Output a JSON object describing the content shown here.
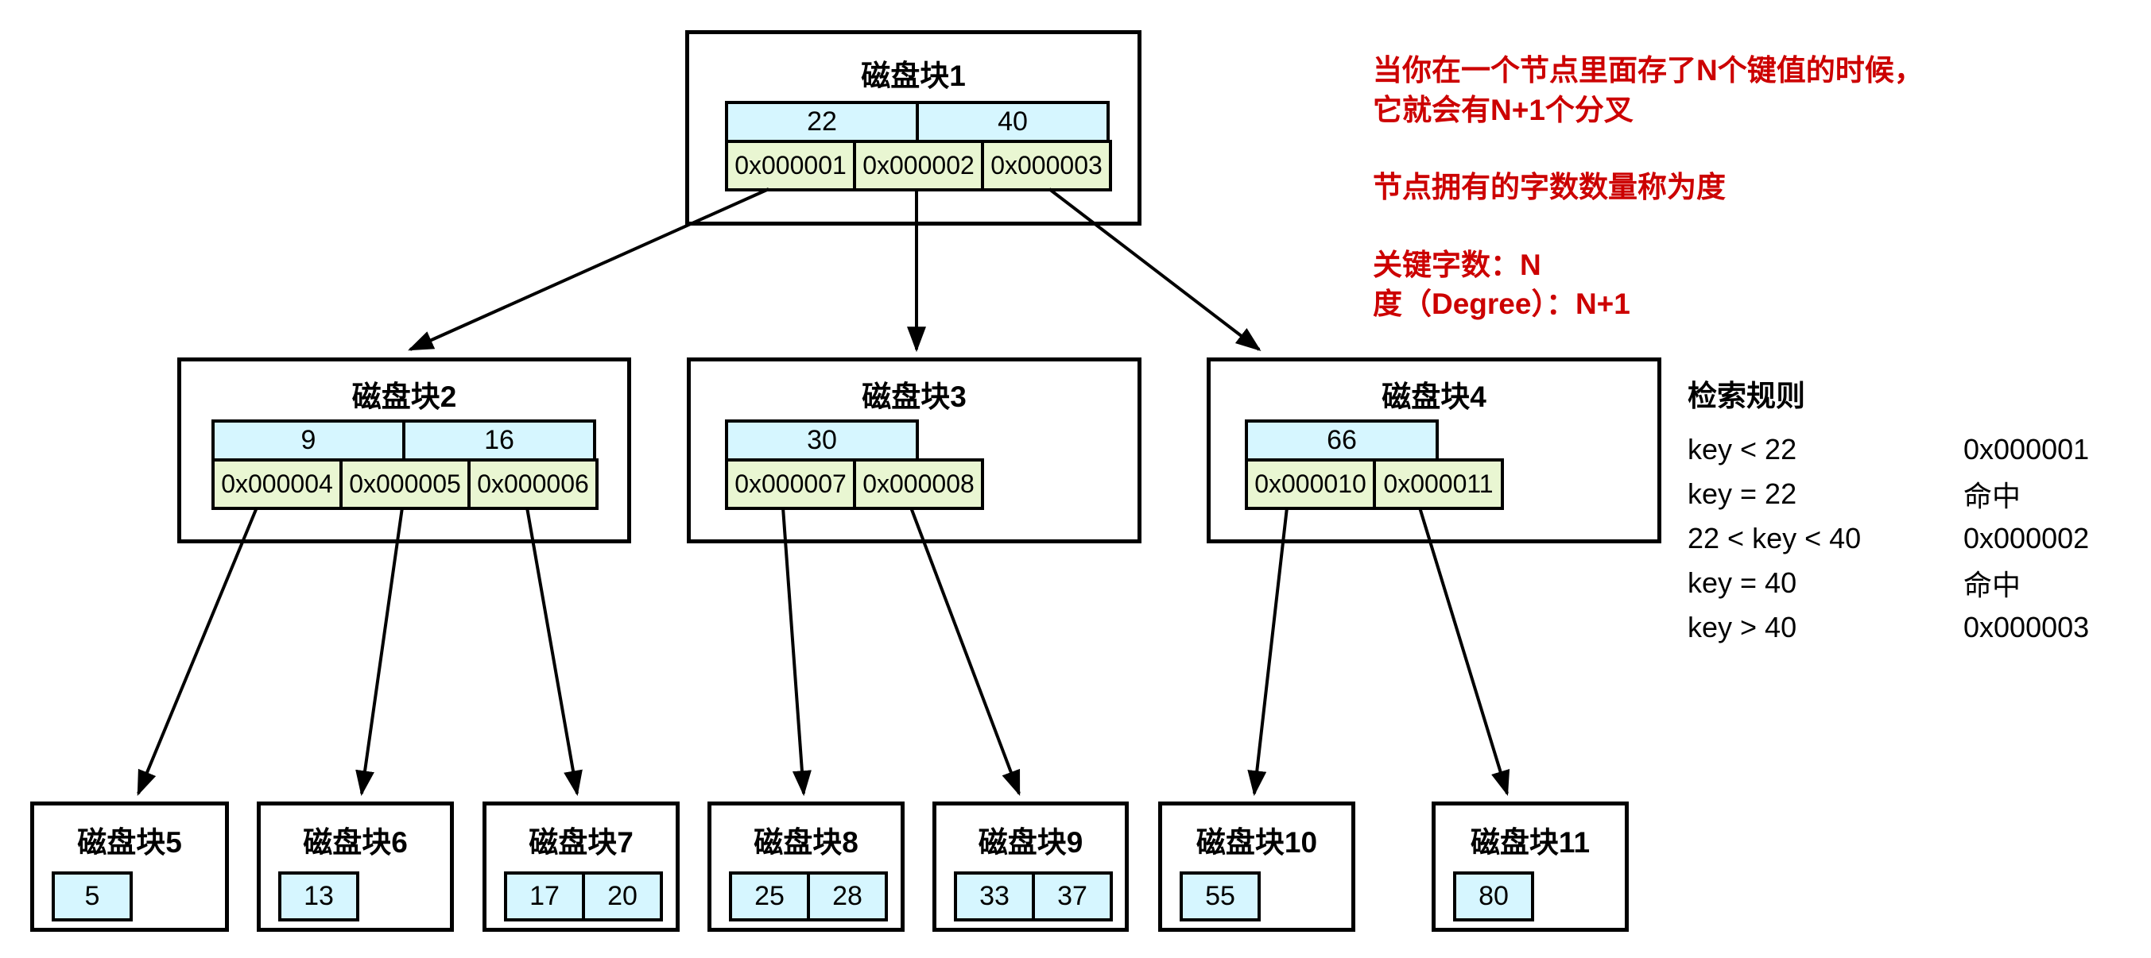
{
  "colors": {
    "key_cell": "#D6F6FF",
    "pointer_cell": "#E9F6D2",
    "annotation": "#CC0000"
  },
  "annotation": {
    "lines": [
      "当你在一个节点里面存了N个键值的时候，",
      "它就会有N+1个分叉",
      "节点拥有的字数数量称为度",
      "关键字数：N",
      "度（Degree）：N+1"
    ]
  },
  "rules": {
    "title": "检索规则",
    "rows": [
      {
        "cond": "key < 22",
        "result": "0x000001"
      },
      {
        "cond": "key = 22",
        "result": "命中"
      },
      {
        "cond": "22 < key < 40",
        "result": "0x000002"
      },
      {
        "cond": "key = 40",
        "result": "命中"
      },
      {
        "cond": "key > 40",
        "result": "0x000003"
      }
    ]
  },
  "blocks": [
    {
      "title": "磁盘块1",
      "keys": [
        "22",
        "40"
      ],
      "pointers": [
        "0x000001",
        "0x000002",
        "0x000003"
      ]
    },
    {
      "title": "磁盘块2",
      "keys": [
        "9",
        "16"
      ],
      "pointers": [
        "0x000004",
        "0x000005",
        "0x000006"
      ]
    },
    {
      "title": "磁盘块3",
      "keys": [
        "30"
      ],
      "pointers": [
        "0x000007",
        "0x000008"
      ]
    },
    {
      "title": "磁盘块4",
      "keys": [
        "66"
      ],
      "pointers": [
        "0x000010",
        "0x000011"
      ]
    },
    {
      "title": "磁盘块5",
      "keys": [
        "5"
      ],
      "pointers": []
    },
    {
      "title": "磁盘块6",
      "keys": [
        "13"
      ],
      "pointers": []
    },
    {
      "title": "磁盘块7",
      "keys": [
        "17",
        "20"
      ],
      "pointers": []
    },
    {
      "title": "磁盘块8",
      "keys": [
        "25",
        "28"
      ],
      "pointers": []
    },
    {
      "title": "磁盘块9",
      "keys": [
        "33",
        "37"
      ],
      "pointers": []
    },
    {
      "title": "磁盘块10",
      "keys": [
        "55"
      ],
      "pointers": []
    },
    {
      "title": "磁盘块11",
      "keys": [
        "80"
      ],
      "pointers": []
    }
  ]
}
